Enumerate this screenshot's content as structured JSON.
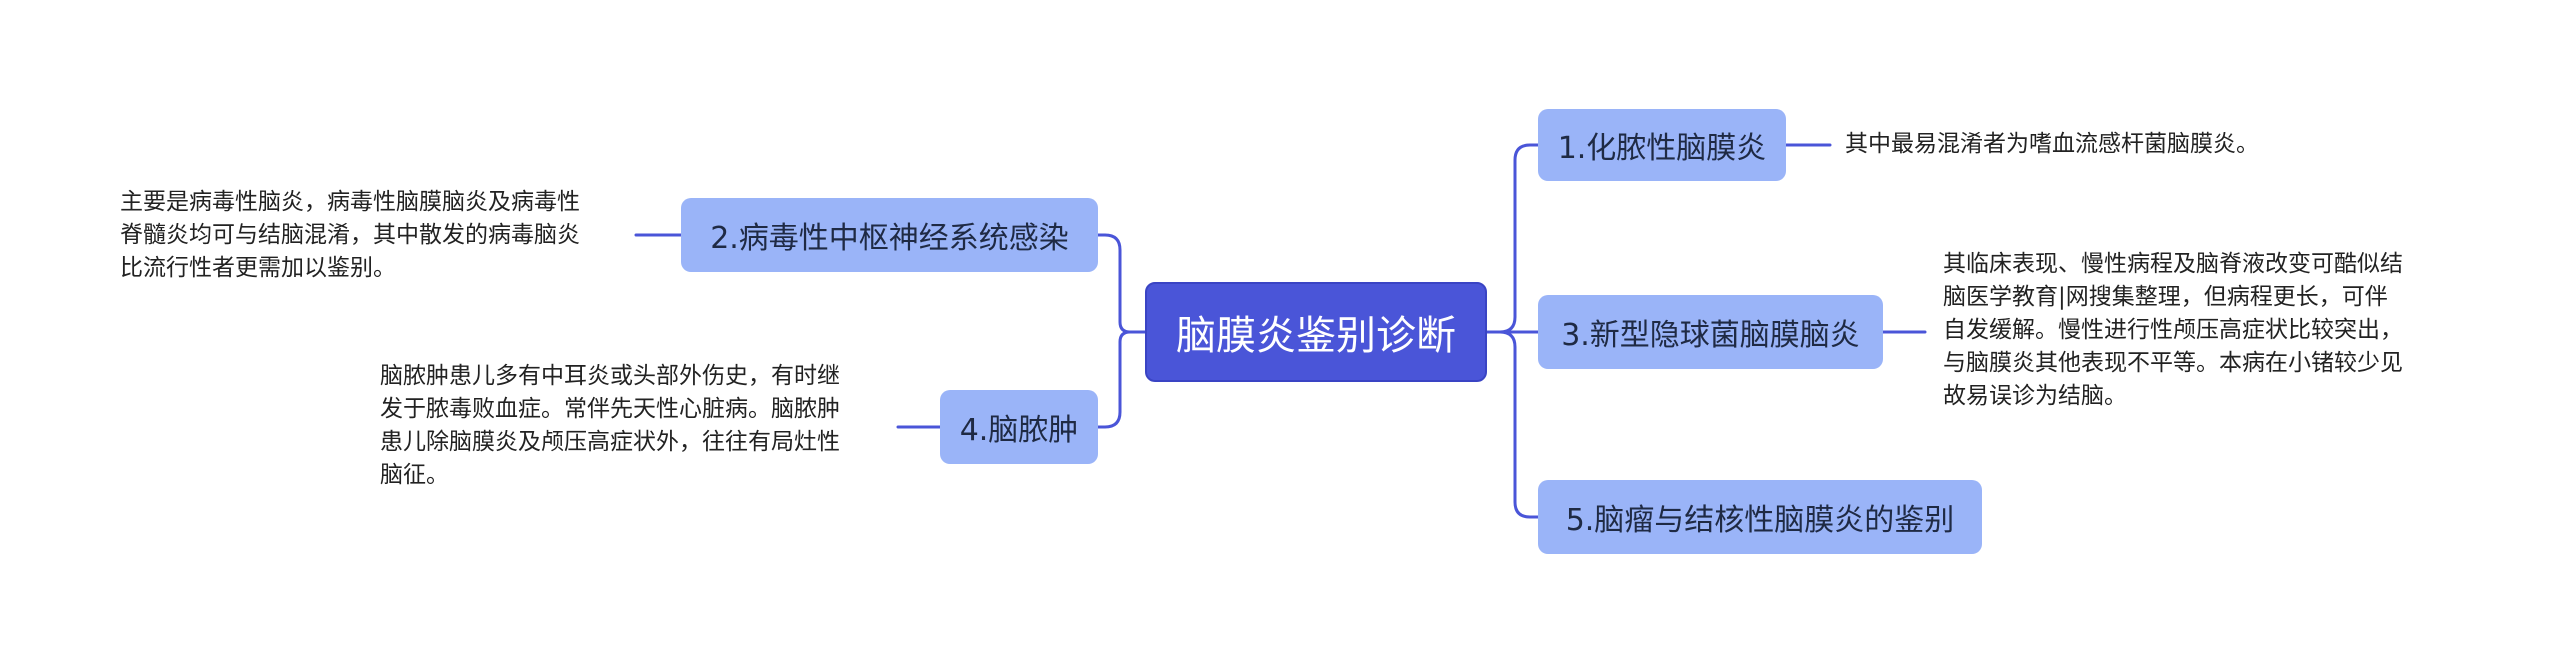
{
  "mindmap": {
    "root": "脑膜炎鉴别诊断",
    "branches": [
      {
        "label": "1.化脓性脑膜炎",
        "note": "其中最易混淆者为嗜血流感杆菌脑膜炎。"
      },
      {
        "label": "2.病毒性中枢神经系统感染",
        "note": "主要是病毒性脑炎，病毒性脑膜脑炎及病毒性\n脊髓炎均可与结脑混淆，其中散发的病毒脑炎\n比流行性者更需加以鉴别。"
      },
      {
        "label": "3.新型隐球菌脑膜脑炎",
        "note": "其临床表现、慢性病程及脑脊液改变可酷似结\n脑医学教育|网搜集整理，但病程更长，可伴\n自发缓解。慢性进行性颅压高症状比较突出，\n与脑膜炎其他表现不平等。本病在小锗较少见\n故易误诊为结脑。"
      },
      {
        "label": "4.脑脓肿",
        "note": "脑脓肿患儿多有中耳炎或头部外伤史，有时继\n发于脓毒败血症。常伴先天性心脏病。脑脓肿\n患儿除脑膜炎及颅压高症状外，往往有局灶性\n脑征。"
      },
      {
        "label": "5.脑瘤与结核性脑膜炎的鉴别",
        "note": ""
      }
    ]
  },
  "colors": {
    "root_fill": "#4a55d8",
    "branch_fill": "#9ab4f8",
    "connector": "#4a55d8"
  }
}
